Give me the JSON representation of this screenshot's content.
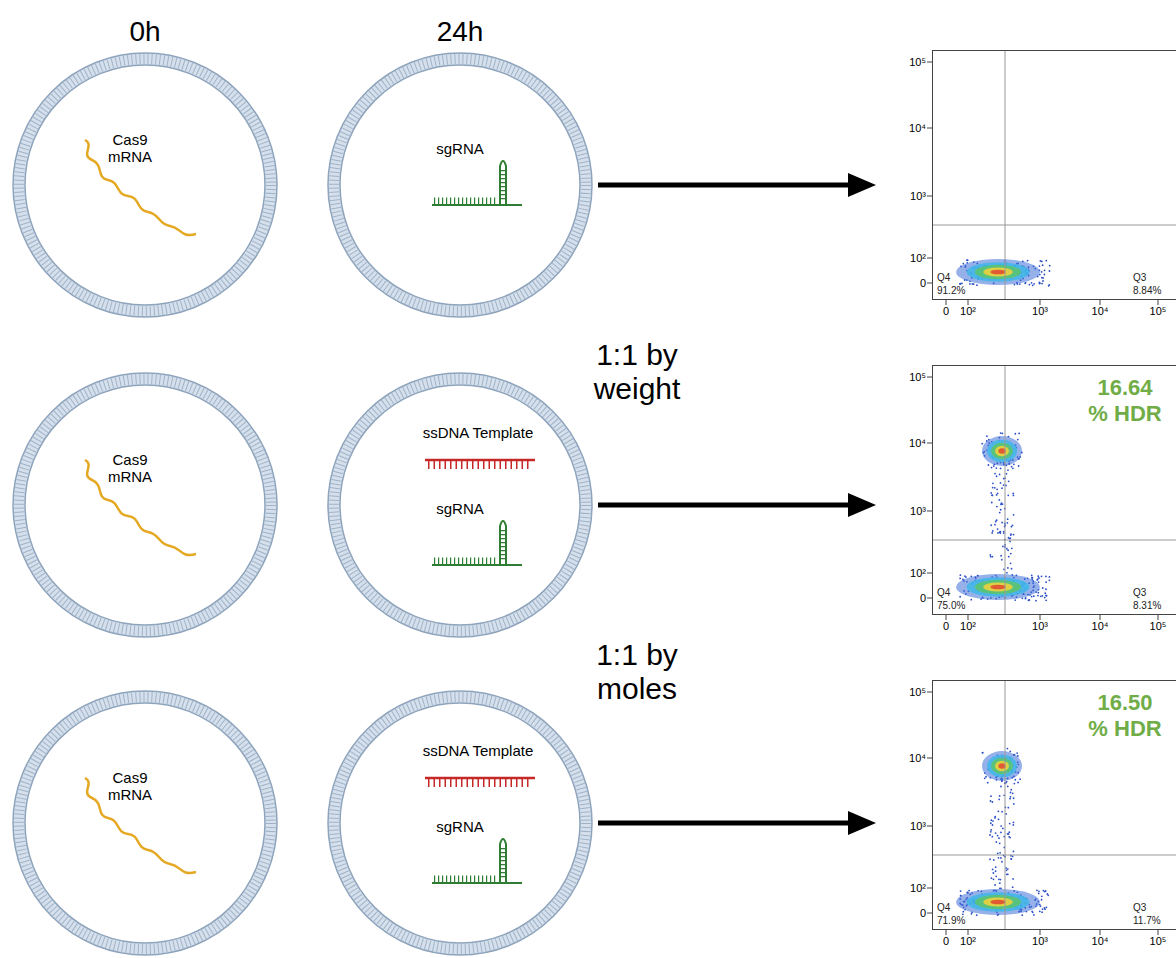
{
  "diagram": {
    "nodes": [
      {
        "text": [
          "Cas9 mRNA"
        ]
      },
      {
        "text": [
          "sgRNA"
        ]
      },
      {
        "text": [
          "Q4",
          "91.2%",
          "Q3",
          "8.84%"
        ]
      },
      {
        "text": [
          "Cas9 mRNA"
        ]
      },
      {
        "text": [
          "ssDNA Template",
          "sgRNA"
        ]
      },
      {
        "text": [
          "16.64 % HDR",
          "Q4",
          "75.0%",
          "Q3",
          "8.31%"
        ]
      },
      {
        "text": [
          "Cas9 mRNA"
        ]
      },
      {
        "text": [
          "ssDNA Template",
          "sgRNA"
        ]
      },
      {
        "text": [
          "16.50 % HDR",
          "Q4",
          "71.9%",
          "Q3",
          "11.7%"
        ]
      }
    ],
    "edges": [
      {
        "from": 1,
        "to": 2,
        "arrow": "to"
      },
      {
        "from": 4,
        "to": 5,
        "arrow": "to"
      },
      {
        "from": 7,
        "to": 8,
        "arrow": "to"
      }
    ],
    "labels": [
      "0h",
      "24h",
      "1:1 by weight",
      "1:1 by moles",
      "10⁵",
      "10⁴",
      "10³",
      "10²",
      "0",
      "0",
      "10²",
      "10³",
      "10⁴",
      "10⁵",
      "10⁵",
      "10⁴",
      "10³",
      "10²",
      "0",
      "0",
      "10²",
      "10³",
      "10⁴",
      "10⁵",
      "10⁵",
      "10⁴",
      "10³",
      "10²",
      "0",
      "0",
      "10²",
      "10³",
      "10⁴",
      "10⁵"
    ]
  }
}
